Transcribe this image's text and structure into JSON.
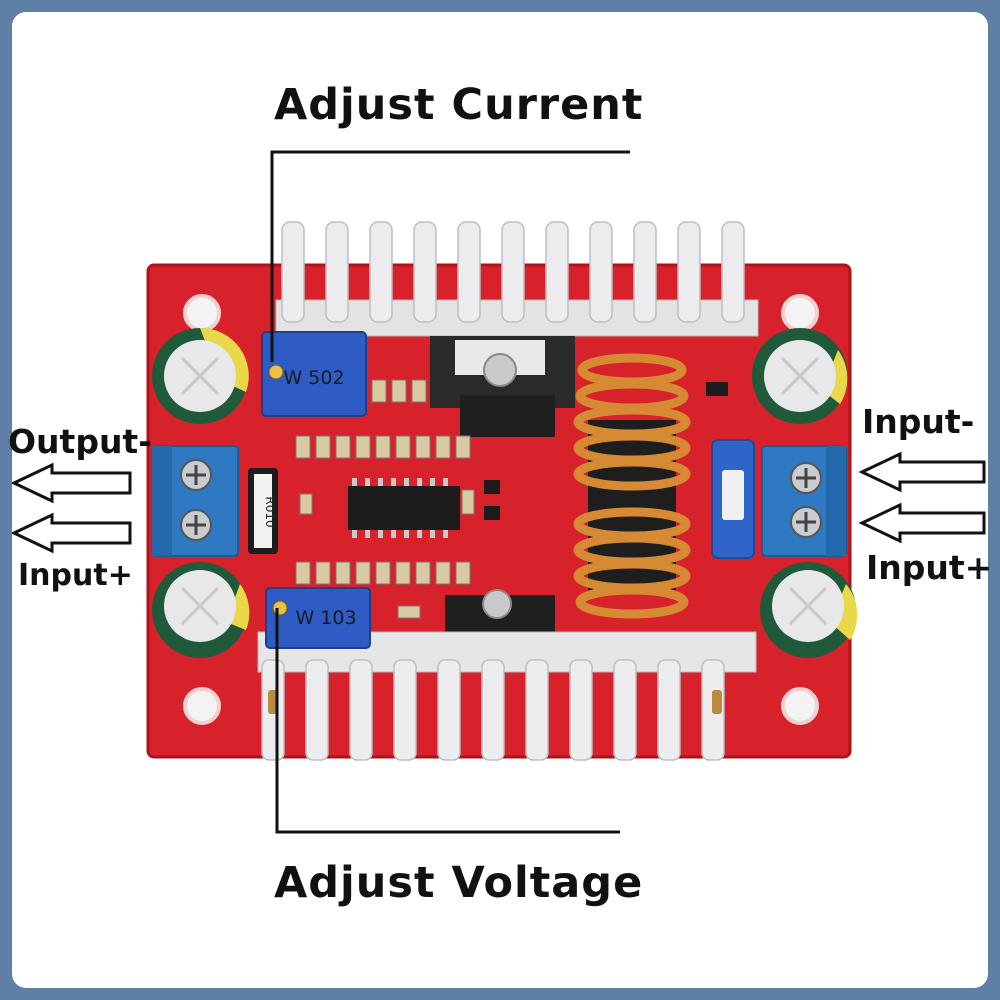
{
  "labels": {
    "adjust_current": "Adjust Current",
    "adjust_voltage": "Adjust Voltage",
    "output_minus": "Output-",
    "input_plus_left": "Input+",
    "input_minus": "Input-",
    "input_plus_right": "Input+"
  },
  "board_markings": {
    "pot_current": "W 502",
    "pot_voltage": "W 103",
    "shunt_resistor": "R010"
  },
  "icons": [
    "arrow-left-icon",
    "arrow-right-icon"
  ],
  "colors": {
    "background": "#5f7fa6",
    "pcb_red": "#d8222b",
    "heatsink": "#e7e7e9",
    "terminal_blue": "#2f78c2",
    "inductor_copper": "#d58a33"
  }
}
